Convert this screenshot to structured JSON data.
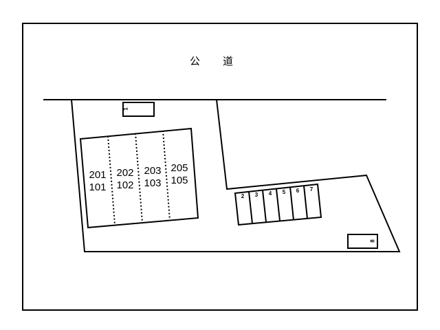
{
  "road": {
    "char1": "公",
    "char2": "道"
  },
  "building_units": [
    {
      "upper": "201",
      "lower": "101"
    },
    {
      "upper": "202",
      "lower": "102"
    },
    {
      "upper": "203",
      "lower": "103"
    },
    {
      "upper": "205",
      "lower": "105"
    }
  ],
  "parking": {
    "top_slot": "1",
    "row_slots": [
      "2",
      "3",
      "4",
      "5",
      "6",
      "7"
    ],
    "corner_slot": "8"
  },
  "colors": {
    "line": "#000000",
    "background": "#ffffff"
  }
}
